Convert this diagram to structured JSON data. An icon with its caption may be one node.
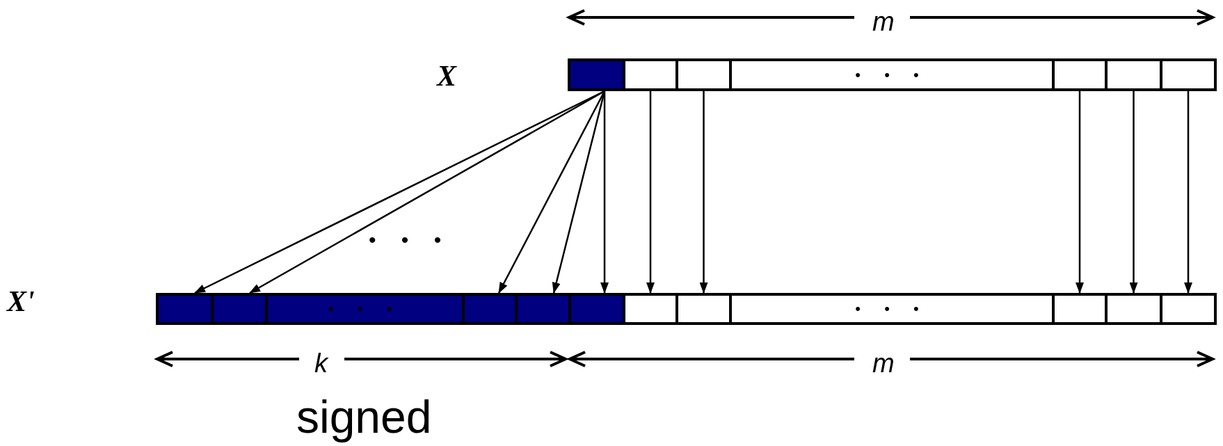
{
  "diagram": {
    "nodes": [
      {
        "text": [],
        "shape": "box"
      },
      {
        "text": [],
        "shape": "box"
      },
      {
        "text": [],
        "shape": "box"
      },
      {
        "text": [
          "• • •"
        ]
      },
      {
        "text": [],
        "shape": "box"
      },
      {
        "text": [],
        "shape": "box"
      },
      {
        "text": [],
        "shape": "box"
      },
      {
        "text": [],
        "shape": "box"
      },
      {
        "text": [],
        "shape": "box"
      },
      {
        "text": [
          "• • •"
        ]
      },
      {
        "text": [],
        "shape": "box"
      },
      {
        "text": [],
        "shape": "box"
      },
      {
        "text": [],
        "shape": "box"
      },
      {
        "text": [],
        "shape": "box"
      },
      {
        "text": [],
        "shape": "box"
      },
      {
        "text": [
          "• • •"
        ]
      },
      {
        "text": [],
        "shape": "box"
      },
      {
        "text": [],
        "shape": "box"
      },
      {
        "text": [],
        "shape": "box"
      }
    ],
    "edges": [
      {
        "from": 0,
        "to": 7,
        "arrow": "to"
      },
      {
        "from": 0,
        "to": 8,
        "arrow": "to"
      },
      {
        "from": 0,
        "to": 10,
        "arrow": "to"
      },
      {
        "from": 0,
        "to": 11,
        "arrow": "to"
      },
      {
        "from": 0,
        "to": 12,
        "arrow": "to"
      },
      {
        "from": 1,
        "to": 13,
        "arrow": "to"
      },
      {
        "from": 2,
        "to": 14,
        "arrow": "to"
      },
      {
        "from": 4,
        "to": 16,
        "arrow": "to"
      },
      {
        "from": 5,
        "to": 17,
        "arrow": "to"
      },
      {
        "from": 6,
        "to": 18,
        "arrow": "to"
      }
    ],
    "labels": [
      "m",
      "X",
      "• • •",
      "X'",
      "k",
      "m",
      "signed"
    ]
  }
}
